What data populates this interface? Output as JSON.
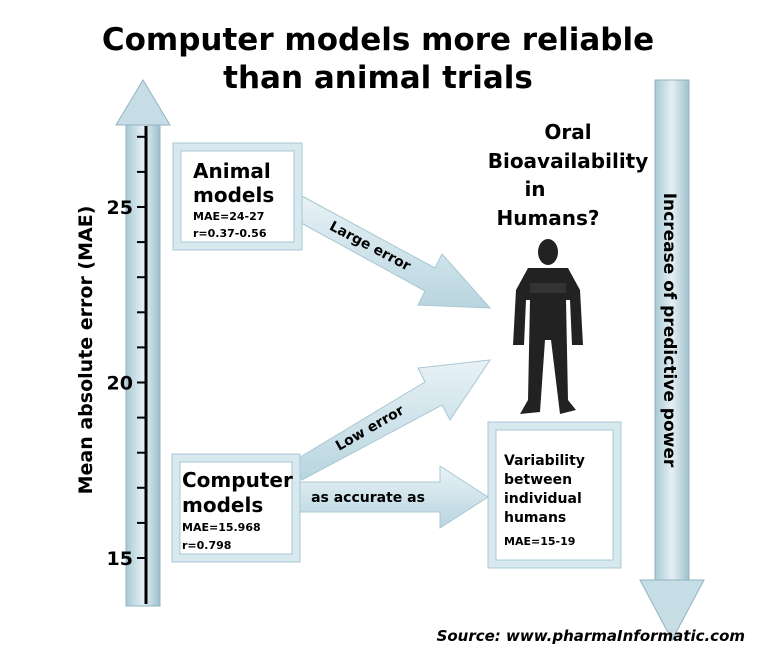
{
  "title": {
    "line1": "Computer models more reliable",
    "line2": "than animal trials"
  },
  "axis": {
    "label": "Mean absolute error (MAE)",
    "ticks": [
      {
        "value": 25,
        "label": "25"
      },
      {
        "value": 20,
        "label": "20"
      },
      {
        "value": 15,
        "label": "15"
      }
    ],
    "min": 14.1,
    "max": 27.3
  },
  "right_arrow": {
    "label": "Increase of predictive power"
  },
  "animal_box": {
    "title1": "Animal",
    "title2": "models",
    "mae": "MAE=24-27",
    "r": "r=0.37-0.56"
  },
  "computer_box": {
    "title1": "Computer",
    "title2": "models",
    "mae": "MAE=15.968",
    "r": "r=0.798"
  },
  "human_box": {
    "line1": "Variability",
    "line2": "between",
    "line3": "individual",
    "line4": "humans",
    "mae": "MAE=15-19"
  },
  "arrows": {
    "large": "Large error",
    "low": "Low error",
    "accurate": "as accurate as"
  },
  "question": {
    "line1": "Oral",
    "line2": "Bioavailability",
    "line3": "in",
    "line4": "Humans?"
  },
  "source": "Source: www.pharmaInformatic.com",
  "colors": {
    "arrow_fill": "#cfe3ea",
    "arrow_stroke": "#9ec3cf",
    "box_frame": "#c6dde6"
  }
}
